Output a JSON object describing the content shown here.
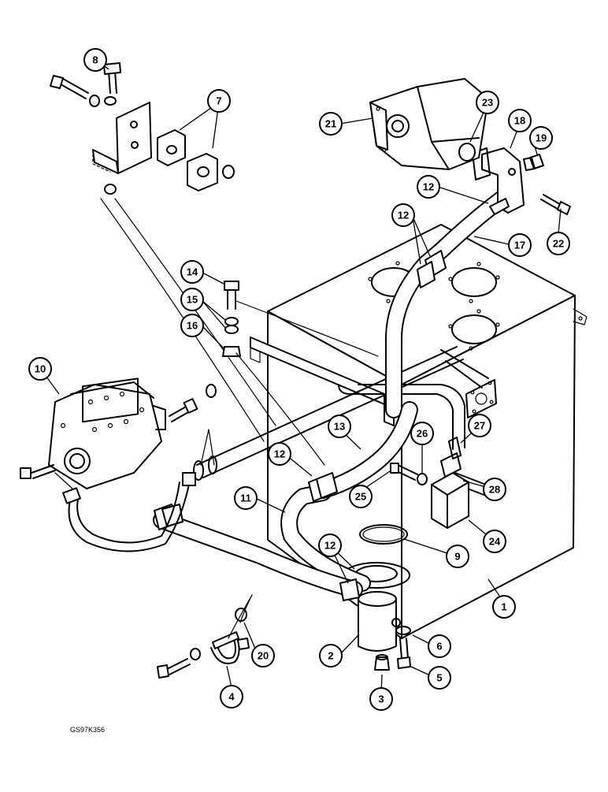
{
  "drawing_ref": "GS97K356",
  "callouts": [
    {
      "id": "c1",
      "label": "1"
    },
    {
      "id": "c2",
      "label": "2"
    },
    {
      "id": "c3",
      "label": "3"
    },
    {
      "id": "c4",
      "label": "4"
    },
    {
      "id": "c5",
      "label": "5"
    },
    {
      "id": "c6",
      "label": "6"
    },
    {
      "id": "c7",
      "label": "7"
    },
    {
      "id": "c8",
      "label": "8"
    },
    {
      "id": "c9",
      "label": "9"
    },
    {
      "id": "c10",
      "label": "10"
    },
    {
      "id": "c11",
      "label": "11"
    },
    {
      "id": "c12a",
      "label": "12"
    },
    {
      "id": "c12b",
      "label": "12"
    },
    {
      "id": "c12c",
      "label": "12"
    },
    {
      "id": "c12d",
      "label": "12"
    },
    {
      "id": "c13",
      "label": "13"
    },
    {
      "id": "c14",
      "label": "14"
    },
    {
      "id": "c15",
      "label": "15"
    },
    {
      "id": "c16",
      "label": "16"
    },
    {
      "id": "c17",
      "label": "17"
    },
    {
      "id": "c18",
      "label": "18"
    },
    {
      "id": "c19",
      "label": "19"
    },
    {
      "id": "c20",
      "label": "20"
    },
    {
      "id": "c21",
      "label": "21"
    },
    {
      "id": "c22",
      "label": "22"
    },
    {
      "id": "c23",
      "label": "23"
    },
    {
      "id": "c24",
      "label": "24"
    },
    {
      "id": "c25",
      "label": "25"
    },
    {
      "id": "c26",
      "label": "26"
    },
    {
      "id": "c27",
      "label": "27"
    },
    {
      "id": "c28",
      "label": "28"
    }
  ]
}
